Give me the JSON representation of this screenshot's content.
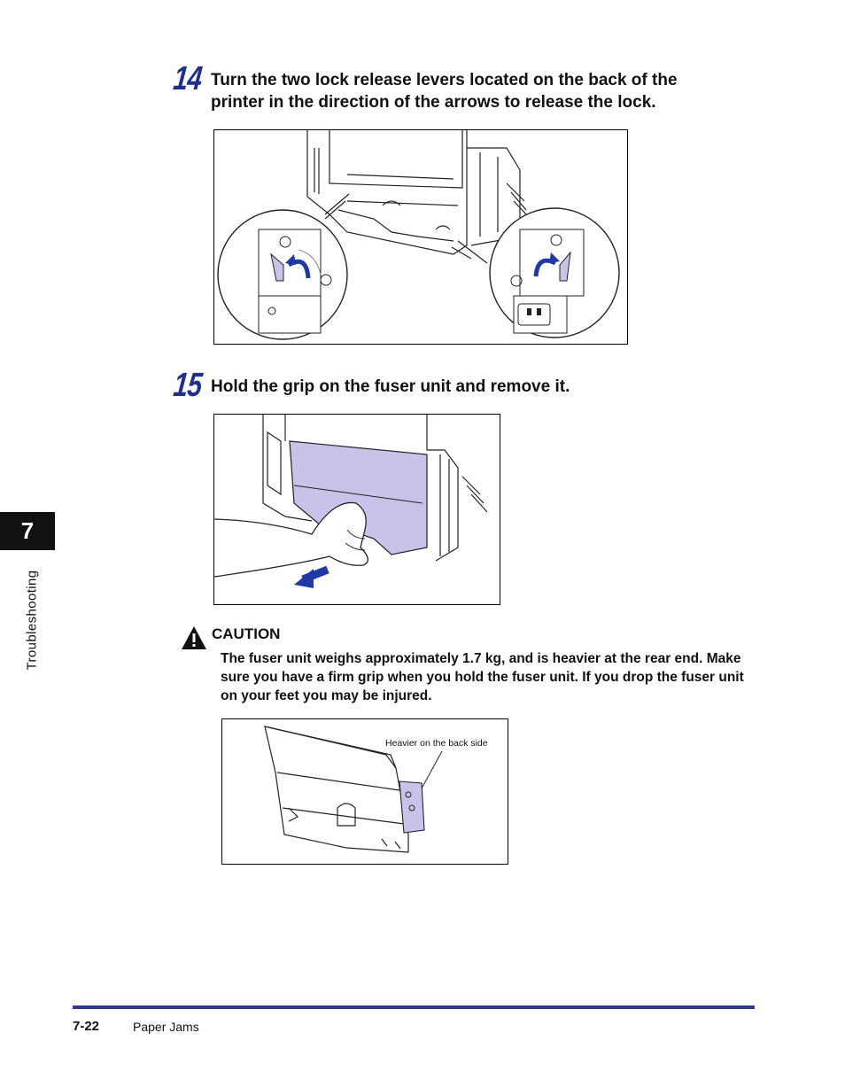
{
  "chapter": {
    "number": "7",
    "label": "Troubleshooting"
  },
  "steps": [
    {
      "number": "14",
      "text": "Turn the two lock release levers located on the back of the printer in the direction of the arrows to release the lock."
    },
    {
      "number": "15",
      "text": "Hold the grip on the fuser unit and remove it."
    }
  ],
  "caution": {
    "title": "CAUTION",
    "body": "The fuser unit weighs approximately 1.7 kg, and is heavier at the rear end. Make sure you have a firm grip when you hold the fuser unit. If you drop the fuser unit on your feet you may be injured."
  },
  "figure3": {
    "callout": "Heavier on the back side"
  },
  "footer": {
    "page": "7-22",
    "section": "Paper Jams"
  },
  "colors": {
    "accent": "#2b3a8c",
    "highlight": "#c9c3ea",
    "arrow": "#1f3aa6"
  }
}
